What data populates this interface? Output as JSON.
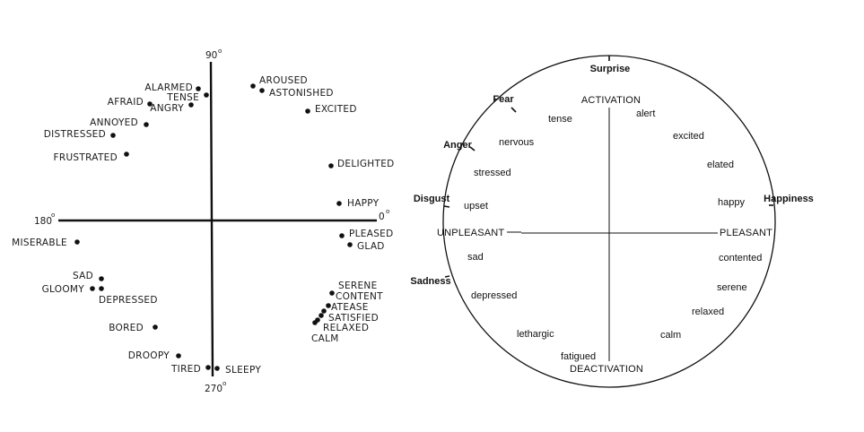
{
  "left_diagram": {
    "angles": {
      "top": "90",
      "bottom": "270",
      "left": "180",
      "right": "0",
      "degree_mark": "o"
    },
    "words": [
      {
        "id": "aroused",
        "text": "AROUSED"
      },
      {
        "id": "astonished",
        "text": "ASTONISHED"
      },
      {
        "id": "excited",
        "text": "EXCITED"
      },
      {
        "id": "alarmed",
        "text": "ALARMED"
      },
      {
        "id": "tense",
        "text": "TENSE"
      },
      {
        "id": "afraid",
        "text": "AFRAID"
      },
      {
        "id": "angry",
        "text": "ANGRY"
      },
      {
        "id": "annoyed",
        "text": "ANNOYED"
      },
      {
        "id": "distressed",
        "text": "DISTRESSED"
      },
      {
        "id": "frustrated",
        "text": "FRUSTRATED"
      },
      {
        "id": "delighted",
        "text": "DELIGHTED"
      },
      {
        "id": "happy",
        "text": "HAPPY"
      },
      {
        "id": "pleased",
        "text": "PLEASED"
      },
      {
        "id": "glad",
        "text": "GLAD"
      },
      {
        "id": "miserable",
        "text": "MISERABLE"
      },
      {
        "id": "sad",
        "text": "SAD"
      },
      {
        "id": "gloomy",
        "text": "GLOOMY"
      },
      {
        "id": "depressed",
        "text": "DEPRESSED"
      },
      {
        "id": "bored",
        "text": "BORED"
      },
      {
        "id": "droopy",
        "text": "DROOPY"
      },
      {
        "id": "tired",
        "text": "TIRED"
      },
      {
        "id": "sleepy",
        "text": "SLEEPY"
      },
      {
        "id": "serene",
        "text": "SERENE"
      },
      {
        "id": "content",
        "text": "CONTENT"
      },
      {
        "id": "atease",
        "text": "ATEASE"
      },
      {
        "id": "satisfied",
        "text": "SATISFIED"
      },
      {
        "id": "relaxed",
        "text": "RELAXED"
      },
      {
        "id": "calm",
        "text": "CALM"
      }
    ]
  },
  "right_diagram": {
    "axes": {
      "activation": "ACTIVATION",
      "deactivation": "DEACTIVATION",
      "unpleasant": "UNPLEASANT",
      "pleasant": "PLEASANT"
    },
    "basic_emotions": [
      {
        "id": "surprise",
        "text": "Surprise"
      },
      {
        "id": "fear",
        "text": "Fear"
      },
      {
        "id": "anger",
        "text": "Anger"
      },
      {
        "id": "disgust",
        "text": "Disgust"
      },
      {
        "id": "sadness",
        "text": "Sadness"
      },
      {
        "id": "happiness",
        "text": "Happiness"
      }
    ],
    "affect_words": [
      {
        "id": "tense",
        "text": "tense"
      },
      {
        "id": "alert",
        "text": "alert"
      },
      {
        "id": "nervous",
        "text": "nervous"
      },
      {
        "id": "excited",
        "text": "excited"
      },
      {
        "id": "stressed",
        "text": "stressed"
      },
      {
        "id": "elated",
        "text": "elated"
      },
      {
        "id": "upset",
        "text": "upset"
      },
      {
        "id": "happy",
        "text": "happy"
      },
      {
        "id": "sad",
        "text": "sad"
      },
      {
        "id": "contented",
        "text": "contented"
      },
      {
        "id": "depressed",
        "text": "depressed"
      },
      {
        "id": "serene",
        "text": "serene"
      },
      {
        "id": "relaxed",
        "text": "relaxed"
      },
      {
        "id": "lethargic",
        "text": "lethargic"
      },
      {
        "id": "calm",
        "text": "calm"
      },
      {
        "id": "fatigued",
        "text": "fatigued"
      }
    ]
  }
}
